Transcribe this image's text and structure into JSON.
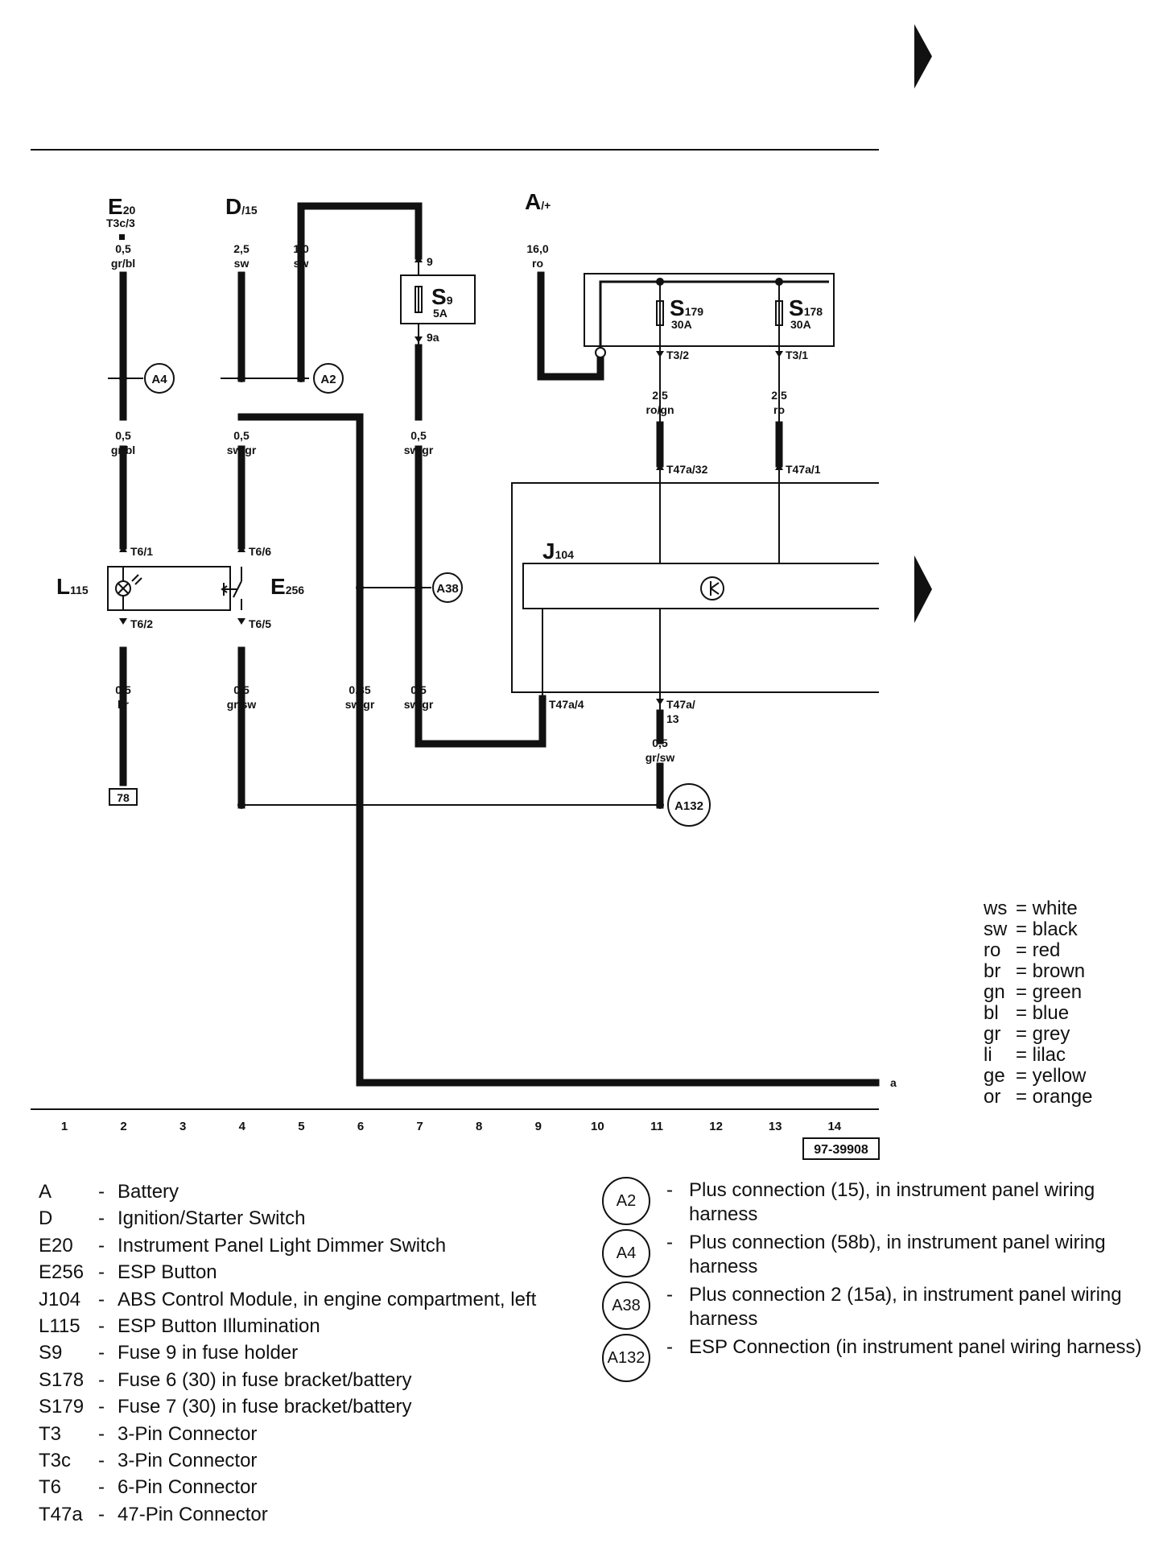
{
  "terminals": {
    "e20": {
      "label": "E",
      "sub": "20",
      "pin": "T3c/3"
    },
    "d": {
      "label": "D",
      "sub": "/15"
    },
    "a": {
      "label": "A",
      "sub": "/+"
    }
  },
  "fuses": {
    "s9": {
      "label": "S",
      "sub": "9",
      "rating": "5A",
      "pin_in": "9",
      "pin_out": "9a"
    },
    "s179": {
      "label": "S",
      "sub": "179",
      "rating": "30A",
      "pin_out": "T3/2"
    },
    "s178": {
      "label": "S",
      "sub": "178",
      "rating": "30A",
      "pin_out": "T3/1"
    }
  },
  "wires": {
    "c2_top": {
      "gauge": "0,5",
      "color": "gr/bl"
    },
    "c4_top": {
      "gauge": "2,5",
      "color": "sw"
    },
    "c5_top": {
      "gauge": "1,0",
      "color": "sw"
    },
    "a_top": {
      "gauge": "16,0",
      "color": "ro"
    },
    "c2_mid": {
      "gauge": "0,5",
      "color": "gr/bl"
    },
    "c4_mid": {
      "gauge": "0,5",
      "color": "sw/gr"
    },
    "c7_mid": {
      "gauge": "0,5",
      "color": "sw/gr"
    },
    "c11_mid": {
      "gauge": "2,5",
      "color": "ro/gn"
    },
    "c13_mid": {
      "gauge": "2,5",
      "color": "ro"
    },
    "c2_bot": {
      "gauge": "0,5",
      "color": "br"
    },
    "c4_bot": {
      "gauge": "0,5",
      "color": "gr/sw"
    },
    "c6_bot": {
      "gauge": "0,35",
      "color": "sw/gr"
    },
    "c7_bot": {
      "gauge": "0,5",
      "color": "sw/gr"
    },
    "c11_bot": {
      "gauge": "0,5",
      "color": "gr/sw"
    }
  },
  "pins": {
    "t6_1": "T6/1",
    "t6_6": "T6/6",
    "t6_2": "T6/2",
    "t6_5": "T6/5",
    "t47a_32": "T47a/32",
    "t47a_1": "T47a/1",
    "t47a_4": "T47a/4",
    "t47a_13_a": "T47a/",
    "t47a_13_b": "13"
  },
  "components": {
    "l115": {
      "label": "L",
      "sub": "115"
    },
    "e256": {
      "label": "E",
      "sub": "256"
    },
    "j104": {
      "label": "J",
      "sub": "104"
    }
  },
  "connections": {
    "a4": "A4",
    "a2": "A2",
    "a38": "A38",
    "a132": "A132"
  },
  "ref_78": "78",
  "wire_end_label": "a",
  "column_numbers": [
    "1",
    "2",
    "3",
    "4",
    "5",
    "6",
    "7",
    "8",
    "9",
    "10",
    "11",
    "12",
    "13",
    "14"
  ],
  "diagram_id": "97-39908",
  "colour_key": [
    {
      "abbr": "ws",
      "name": "= white"
    },
    {
      "abbr": "sw",
      "name": "= black"
    },
    {
      "abbr": "ro",
      "name": "= red"
    },
    {
      "abbr": "br",
      "name": "= brown"
    },
    {
      "abbr": "gn",
      "name": "= green"
    },
    {
      "abbr": "bl",
      "name": "= blue"
    },
    {
      "abbr": "gr",
      "name": "= grey"
    },
    {
      "abbr": "li",
      "name": "= lilac"
    },
    {
      "abbr": "ge",
      "name": "= yellow"
    },
    {
      "abbr": "or",
      "name": "= orange"
    }
  ],
  "component_list": [
    {
      "code": "A",
      "text": "Battery"
    },
    {
      "code": "D",
      "text": "Ignition/Starter Switch"
    },
    {
      "code": "E20",
      "text": "Instrument Panel Light Dimmer Switch"
    },
    {
      "code": "E256",
      "text": "ESP Button"
    },
    {
      "code": "J104",
      "text": "ABS Control Module, in engine compartment, left"
    },
    {
      "code": "L115",
      "text": "ESP Button Illumination"
    },
    {
      "code": "S9",
      "text": "Fuse 9 in fuse holder"
    },
    {
      "code": "S178",
      "text": "Fuse 6 (30) in fuse bracket/battery"
    },
    {
      "code": "S179",
      "text": "Fuse 7 (30) in fuse bracket/battery"
    },
    {
      "code": "T3",
      "text": "3-Pin Connector"
    },
    {
      "code": "T3c",
      "text": "3-Pin Connector"
    },
    {
      "code": "T6",
      "text": "6-Pin Connector"
    },
    {
      "code": "T47a",
      "text": "47-Pin Connector"
    }
  ],
  "connection_list": [
    {
      "id": "A2",
      "text": "Plus connection (15), in instrument panel wiring harness"
    },
    {
      "id": "A4",
      "text": "Plus connection (58b), in instrument panel wiring harness"
    },
    {
      "id": "A38",
      "text": "Plus connection 2 (15a), in instrument panel wiring harness"
    },
    {
      "id": "A132",
      "text": "ESP Connection (in instrument panel wiring harness)"
    }
  ]
}
